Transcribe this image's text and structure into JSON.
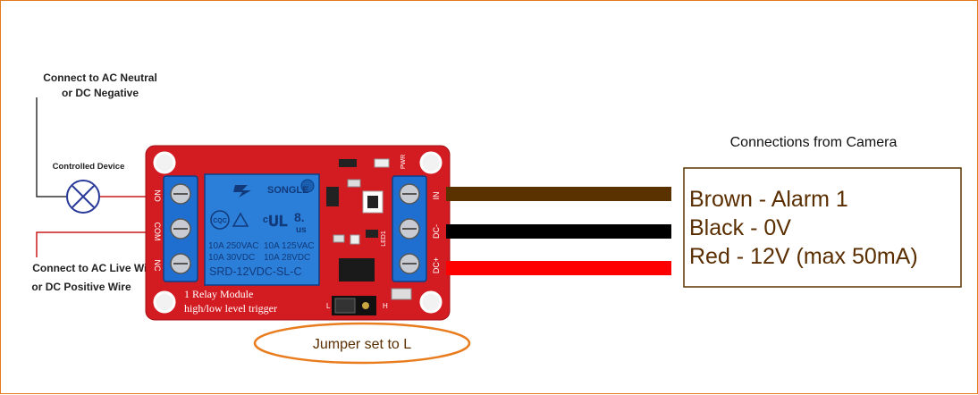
{
  "labels": {
    "neutral_line1": "Connect to AC Neutral",
    "neutral_line2": "or DC Negative",
    "controlled_device": "Controlled Device",
    "live_line1": "Connect to AC Live Wire",
    "live_line2": "or DC Positive Wire",
    "camera_title": "Connections from Camera",
    "jumper": "Jumper set to L"
  },
  "camera_connections": [
    {
      "text": "Brown - Alarm 1",
      "color": "#5a3200"
    },
    {
      "text": "Black - 0V",
      "color": "#000000"
    },
    {
      "text": "Red - 12V (max 50mA)",
      "color": "#ff0000"
    }
  ],
  "board": {
    "color": "#d31b22",
    "relay_brand": "SONGLE",
    "relay_rating1_left": "10A 250VAC",
    "relay_rating1_right": "10A 125VAC",
    "relay_rating2_left": "10A  30VDC",
    "relay_rating2_right": "10A 28VDC",
    "relay_model": "SRD-12VDC-SL-C",
    "silk_line1": "1 Relay  Module",
    "silk_line2": "high/low level trigger",
    "pin_left": [
      "NO",
      "COM",
      "NC"
    ],
    "pin_right": [
      "IN",
      "DC-",
      "DC+"
    ],
    "pwr": "PWR",
    "led1": "LED1",
    "jumper_low": "L",
    "jumper_high": "H",
    "cqc": "CQC",
    "ul_num": "8.",
    "ul_us": "us"
  }
}
